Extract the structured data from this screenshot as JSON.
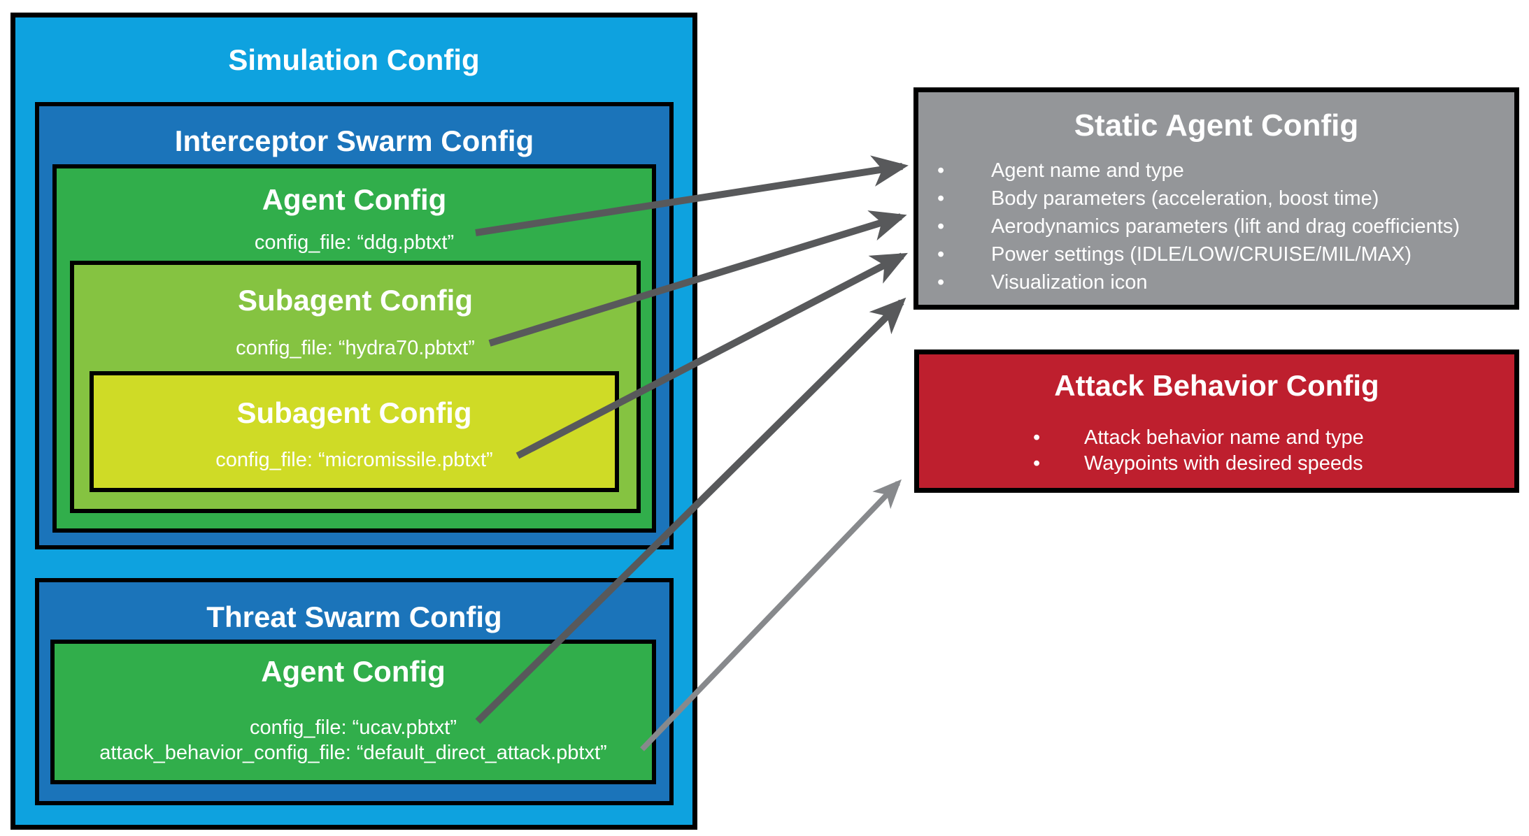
{
  "colors": {
    "light_blue": "#0ea2df",
    "dark_blue": "#1b74ba",
    "green": "#31ae4b",
    "light_green": "#85c341",
    "yellow_green": "#cfdb26",
    "gray": "#949699",
    "red": "#be1f2e",
    "arrow_dark": "#58595b",
    "arrow_light": "#87898c",
    "border": "#000000",
    "text": "#ffffff"
  },
  "simulation": {
    "title": "Simulation Config"
  },
  "interceptor_swarm": {
    "title": "Interceptor Swarm Config"
  },
  "interceptor_agent": {
    "title": "Agent Config",
    "config_file": "config_file: “ddg.pbtxt”"
  },
  "subagent_hydra70": {
    "title": "Subagent Config",
    "config_file": "config_file: “hydra70.pbtxt”"
  },
  "subagent_micromissile": {
    "title": "Subagent Config",
    "config_file": "config_file: “micromissile.pbtxt”"
  },
  "threat_swarm": {
    "title": "Threat Swarm Config"
  },
  "threat_agent": {
    "title": "Agent Config",
    "config_file": "config_file: “ucav.pbtxt”",
    "attack_behavior_config_file": "attack_behavior_config_file: “default_direct_attack.pbtxt”"
  },
  "static_agent": {
    "title": "Static Agent Config",
    "bullets": [
      "Agent name and type",
      "Body parameters (acceleration, boost time)",
      "Aerodynamics parameters (lift and drag coefficients)",
      "Power settings (IDLE/LOW/CRUISE/MIL/MAX)",
      "Visualization icon"
    ]
  },
  "attack_behavior": {
    "title": "Attack Behavior Config",
    "bullets": [
      "Attack behavior name and type",
      "Waypoints with desired speeds"
    ]
  }
}
